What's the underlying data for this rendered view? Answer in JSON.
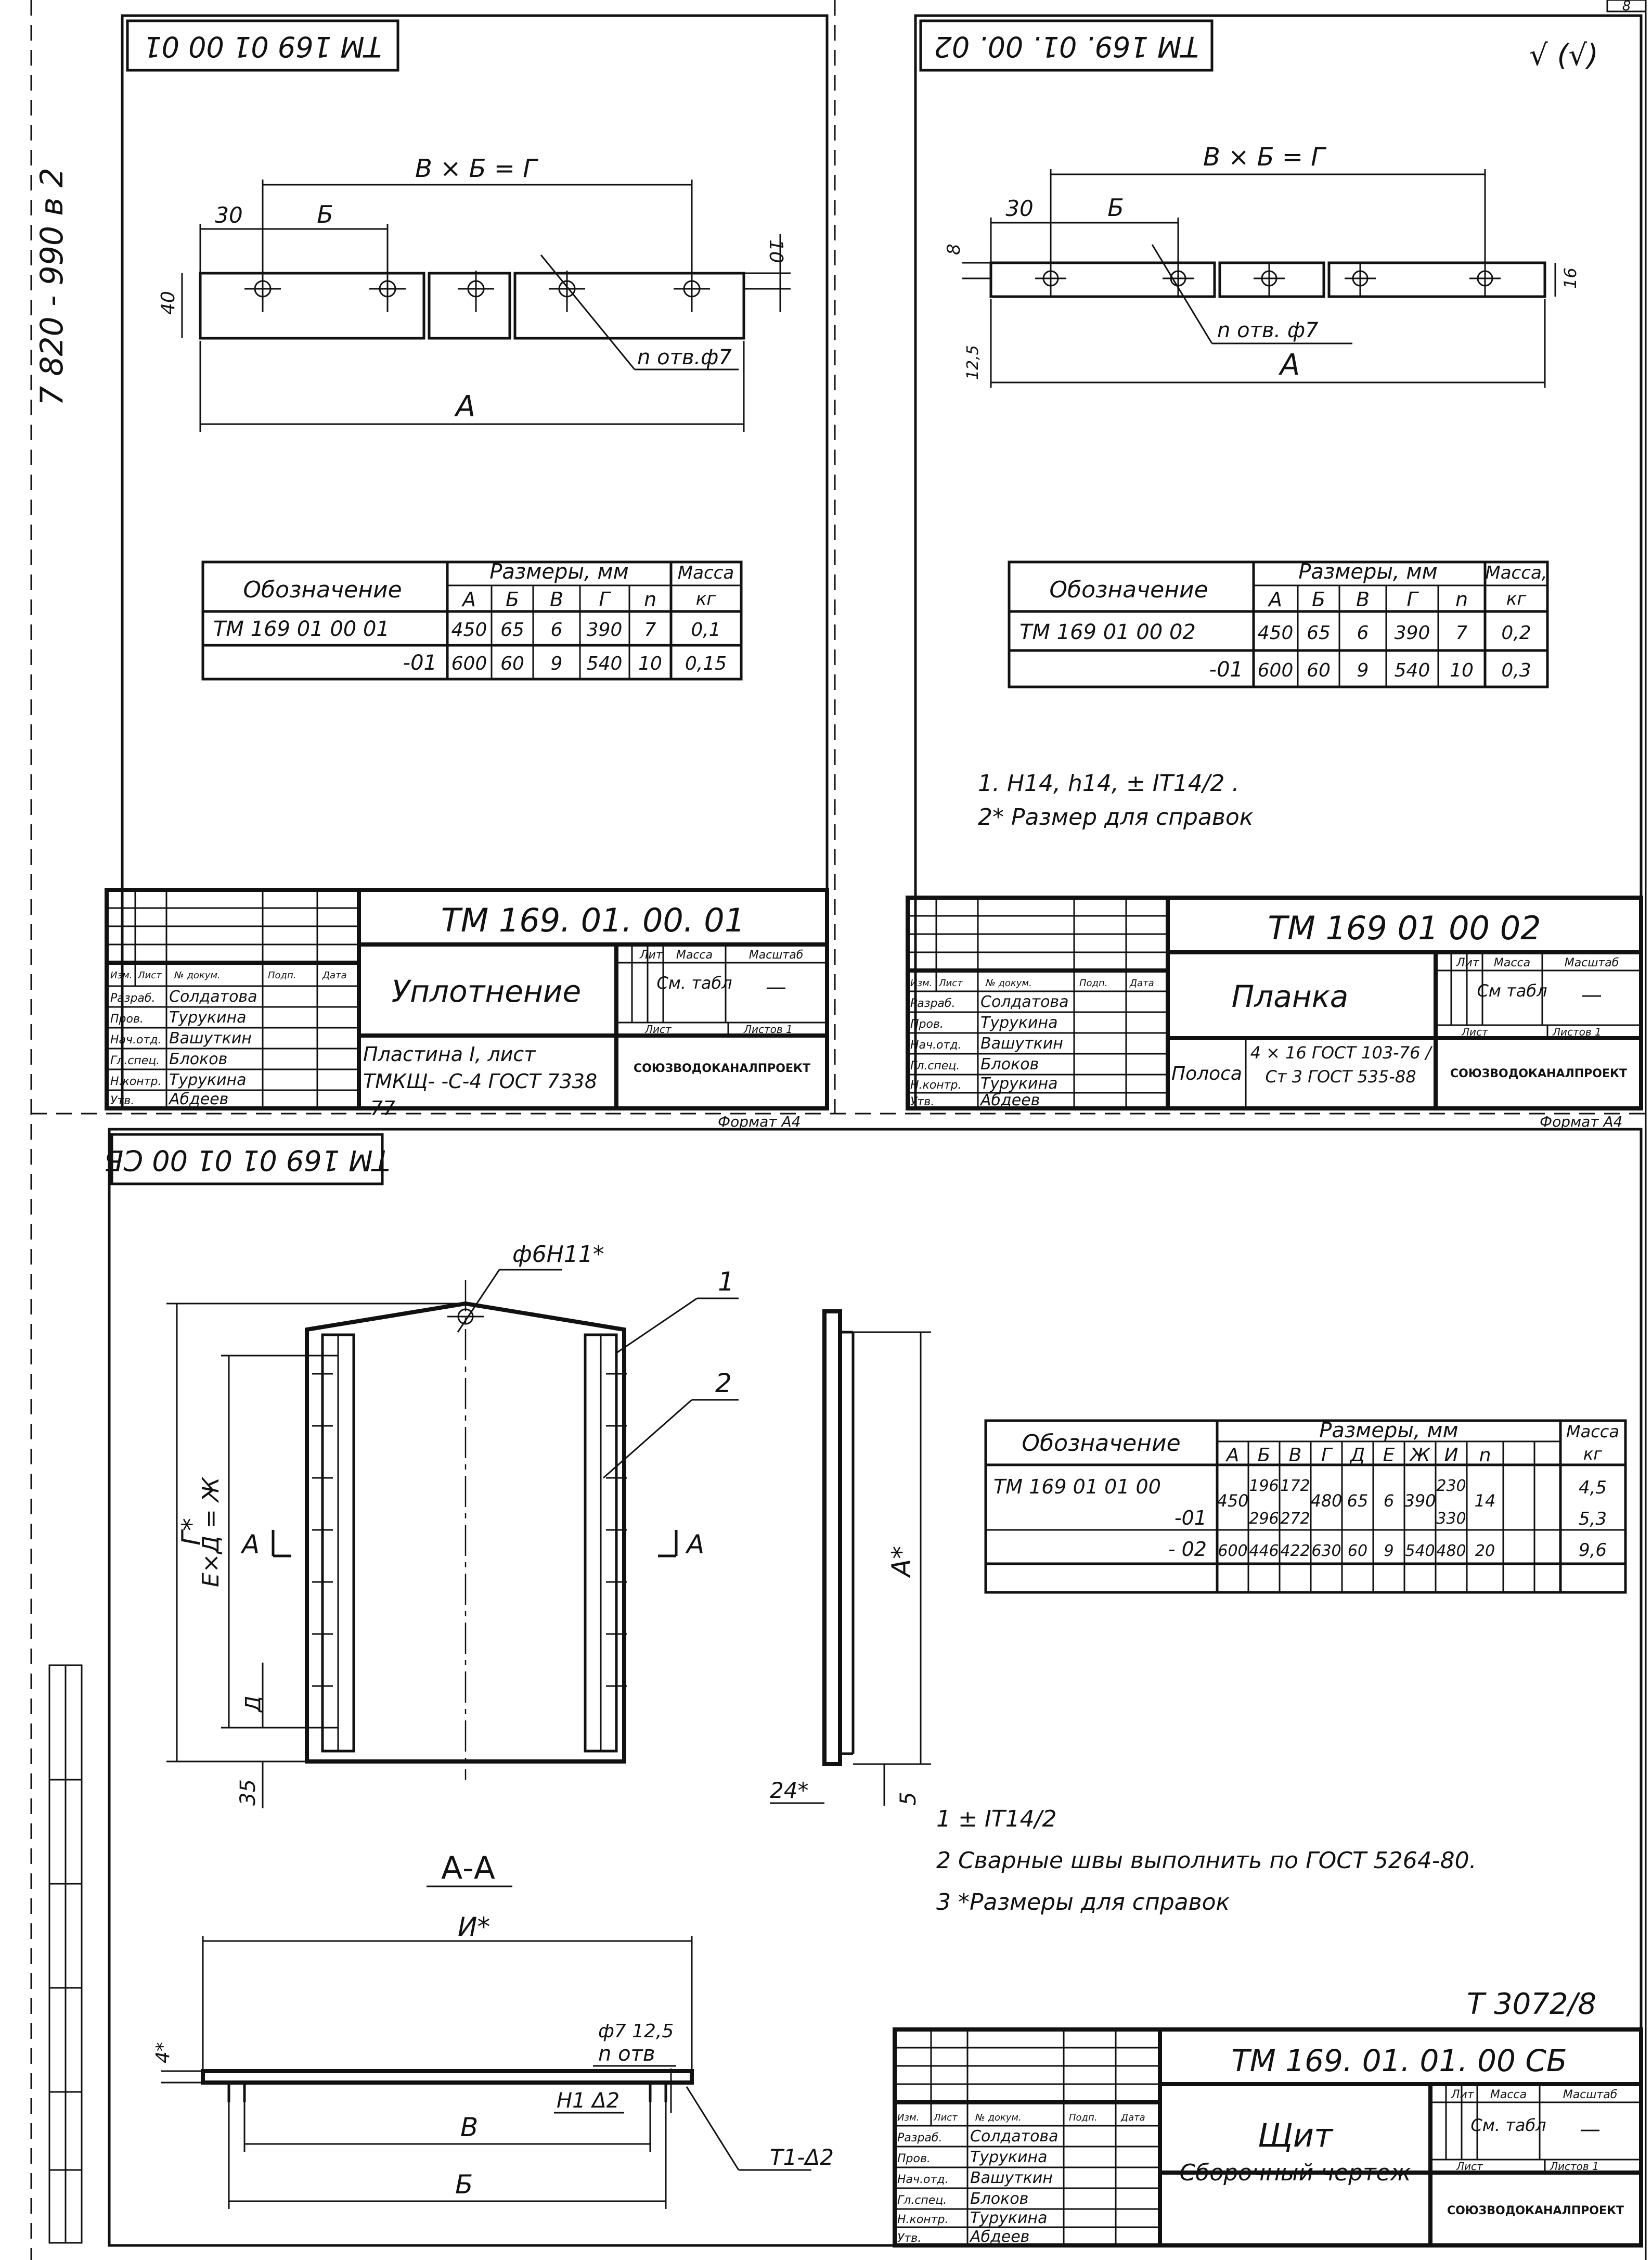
{
  "sheet": {
    "vertical_code": "7 820 - 990 в 2",
    "sheet_number": "8",
    "series_note": "T 3072/8"
  },
  "drawing1": {
    "corner_stamp": "ТМ 169 01 00 01",
    "dims": {
      "vbg": "В × Б = Г",
      "d30": "30",
      "b": "Б",
      "h10": "10",
      "h40": "40",
      "holes": "n отв.ф7",
      "a": "А"
    },
    "table": {
      "header": {
        "designation": "Обозначение",
        "dims_group": "Размеры, мм",
        "mass": "Масса",
        "mass_unit": "кг",
        "cols": [
          "А",
          "Б",
          "В",
          "Г",
          "n"
        ]
      },
      "rows": [
        {
          "designation": "ТМ 169 01 00 01",
          "values": [
            "450",
            "65",
            "6",
            "390",
            "7"
          ],
          "mass": "0,1"
        },
        {
          "designation": "-01",
          "values": [
            "600",
            "60",
            "9",
            "540",
            "10"
          ],
          "mass": "0,15"
        }
      ]
    },
    "title_block": {
      "code": "ТМ 169. 01. 00. 01",
      "name": "Уплотнение",
      "material": "Пластина I, лист ТМКЩ- -С-4 ГОСТ 7338 -77",
      "lit": "Лит",
      "mass": "Масса",
      "scale": "Масштаб",
      "mass_value": "См. табл",
      "scale_value": "—",
      "sheet": "Лист",
      "sheets": "Листов 1",
      "org": "СОЮЗВОДОКАНАЛПРОЕКТ",
      "header_row": [
        "Изм.",
        "Лист",
        "№ докум.",
        "Подп.",
        "Дата"
      ],
      "roles": [
        "Разраб.",
        "Пров.",
        "Нач.отд.",
        "Гл.спец.",
        "Н.контр.",
        "Утв."
      ],
      "names": [
        "Солдатова",
        "Турукина",
        "Вашуткин",
        "Блоков",
        "Турукина",
        "Абдеев"
      ],
      "format": "Формат А4"
    }
  },
  "drawing2": {
    "corner_stamp": "ТМ 169. 01. 00. 02",
    "roughness": "√ (√)",
    "dims": {
      "vbg": "В × Б = Г",
      "d30": "30",
      "b": "Б",
      "h8": "8",
      "h16": "16",
      "holes": "n отв. ф7",
      "a": "А",
      "r": "12,5"
    },
    "table": {
      "header": {
        "designation": "Обозначение",
        "dims_group": "Размеры, мм",
        "mass": "Масса,",
        "mass_unit": "кг",
        "cols": [
          "А",
          "Б",
          "В",
          "Г",
          "n"
        ]
      },
      "rows": [
        {
          "designation": "ТМ 169 01 00 02",
          "values": [
            "450",
            "65",
            "6",
            "390",
            "7"
          ],
          "mass": "0,2"
        },
        {
          "designation": "-01",
          "values": [
            "600",
            "60",
            "9",
            "540",
            "10"
          ],
          "mass": "0,3"
        }
      ]
    },
    "notes": [
      "1. Н14, h14, ± IT14/2 .",
      "2* Размер для справок"
    ],
    "title_block": {
      "code": "ТМ 169 01 00 02",
      "name": "Планка",
      "material_label": "Полоса",
      "material": "4 × 16 ГОСТ 103-76 / Ст 3 ГОСТ 535-88",
      "lit": "Лит",
      "mass": "Масса",
      "scale": "Масштаб",
      "mass_value": "См табл",
      "scale_value": "—",
      "sheet": "Лист",
      "sheets": "Листов 1",
      "org": "СОЮЗВОДОКАНАЛПРОЕКТ",
      "header_row": [
        "Изм.",
        "Лист",
        "№ докум.",
        "Подп.",
        "Дата"
      ],
      "roles": [
        "Разраб.",
        "Пров.",
        "Нач.отд.",
        "Гл.спец.",
        "Н.контр.",
        "Утв."
      ],
      "names": [
        "Солдатова",
        "Турукина",
        "Вашуткин",
        "Блоков",
        "Турукина",
        "Абдеев"
      ],
      "format": "Формат А4"
    }
  },
  "drawing3": {
    "corner_stamp": "ТМ 169 01 01 00 СБ",
    "labels": {
      "hole": "ф6Н11*",
      "pos1": "1",
      "pos2": "2",
      "g": "Г*",
      "ed": "Е×Д = Ж",
      "a_left": "А",
      "a_right": "А",
      "a_star": "А*",
      "d": "Д",
      "d35": "35",
      "d24": "24*",
      "d5": "5",
      "section": "А-А",
      "h_star": "И*",
      "h4": "4*",
      "holes": "n отв",
      "ra": "ф7 12,5",
      "v": "В",
      "b": "Б",
      "weld1": "Н1 Δ2",
      "weld2": "Т1-Δ2"
    },
    "table": {
      "header": {
        "designation": "Обозначение",
        "dims_group": "Размеры, мм",
        "mass": "Масса",
        "mass_unit": "кг",
        "cols": [
          "А",
          "Б",
          "В",
          "Г",
          "Д",
          "Е",
          "Ж",
          "И",
          "n"
        ]
      },
      "rows": [
        {
          "designation": "ТМ 169 01 01 00",
          "values": [
            "",
            "196",
            "172",
            "",
            "",
            "",
            "",
            "230",
            ""
          ],
          "mass": "4,5"
        },
        {
          "designation": "-01",
          "values": [
            "",
            "296",
            "272",
            "",
            "",
            "",
            "",
            "330",
            ""
          ],
          "mass": "5,3"
        },
        {
          "designation": "- 02",
          "values": [
            "600",
            "446",
            "422",
            "630",
            "60",
            "9",
            "540",
            "480",
            "20"
          ],
          "mass": "9,6"
        }
      ],
      "merged": {
        "a": "450",
        "g": "480",
        "d": "65",
        "e": "6",
        "zh": "390",
        "n": "14"
      }
    },
    "notes": [
      "1  ± IT14/2",
      "2 Сварные швы выполнить по ГОСТ 5264-80.",
      "3 *Размеры для справок"
    ],
    "title_block": {
      "code": "ТМ 169. 01. 01. 00 СБ",
      "name": "Щит",
      "subname": "Сборочный чертеж",
      "lit": "Лит",
      "mass": "Масса",
      "scale": "Масштаб",
      "mass_value": "См. табл",
      "scale_value": "—",
      "sheet": "Лист",
      "sheets": "Листов 1",
      "org": "СОЮЗВОДОКАНАЛПРОЕКТ",
      "header_row": [
        "Изм.",
        "Лист",
        "№ докум.",
        "Подп.",
        "Дата"
      ],
      "roles": [
        "Разраб.",
        "Пров.",
        "Нач.отд.",
        "Гл.спец.",
        "Н.контр.",
        "Утв."
      ],
      "names": [
        "Солдатова",
        "Турукина",
        "Вашуткин",
        "Блоков",
        "Турукина",
        "Абдеев"
      ]
    }
  }
}
